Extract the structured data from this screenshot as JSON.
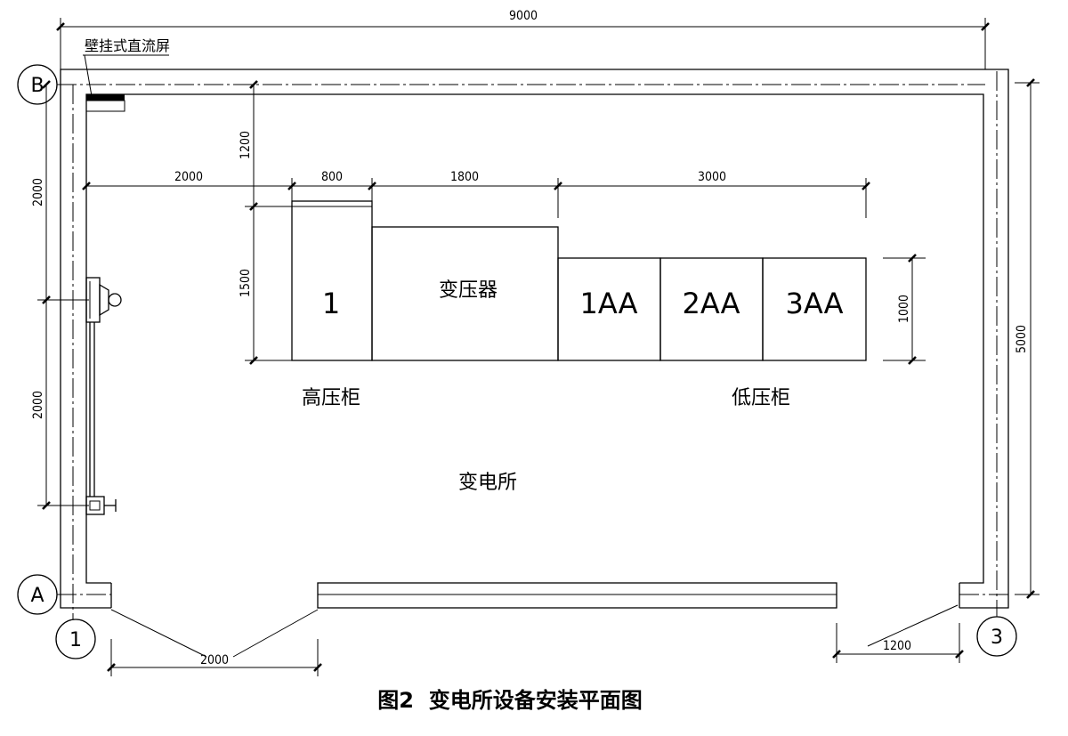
{
  "dimensions": {
    "overall_width": "9000",
    "overall_depth": "5000",
    "left_upper": "2000",
    "left_lower": "2000",
    "inner_offset": "2000",
    "hv_cabinet_width": "800",
    "transformer_width": "1800",
    "lv_cabinet_width": "3000",
    "clearance_top": "1200",
    "equipment_depth": "1500",
    "lv_cabinet_depth": "1000",
    "door_left": "2000",
    "door_right": "1200"
  },
  "grid_axes": {
    "b": "B",
    "a": "A",
    "one": "1",
    "three": "3"
  },
  "equipment": {
    "dc_screen": "壁挂式直流屏",
    "hv_cabinet_no": "1",
    "transformer": "变压器",
    "lv_1": "1AA",
    "lv_2": "2AA",
    "lv_3": "3AA"
  },
  "labels": {
    "hv": "高压柜",
    "lv": "低压柜",
    "room": "变电所"
  },
  "caption": "图2  变电所设备安装平面图"
}
